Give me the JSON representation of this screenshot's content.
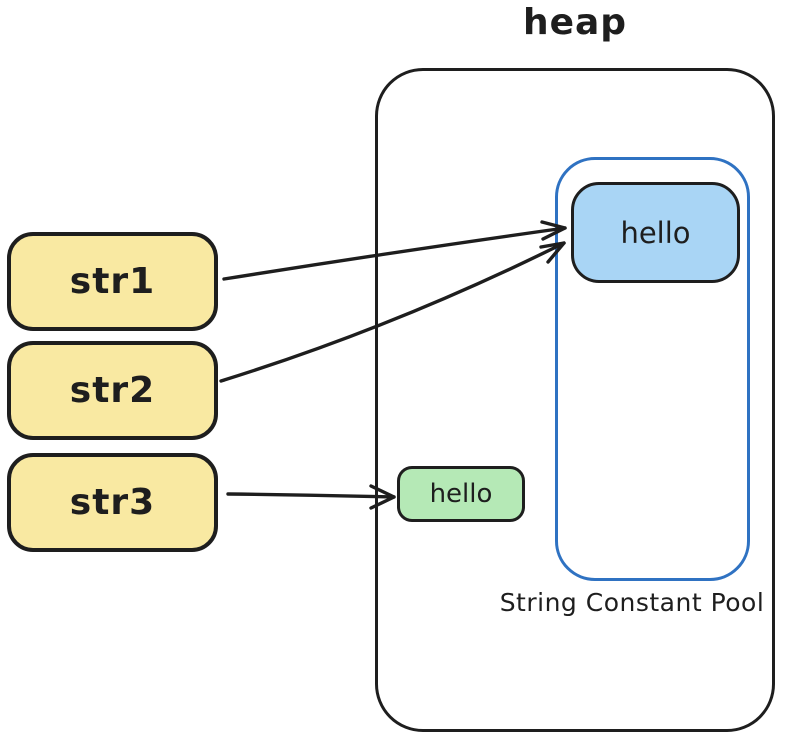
{
  "title": "heap",
  "colors": {
    "ink": "#1e1e1e",
    "var_fill": "#f9e9a2",
    "pool_string_fill": "#a9d5f5",
    "heap_string_fill": "#b5e9b6",
    "pool_stroke": "#2f72c2"
  },
  "stack_vars": [
    {
      "id": "str1",
      "label": "str1"
    },
    {
      "id": "str2",
      "label": "str2"
    },
    {
      "id": "str3",
      "label": "str3"
    }
  ],
  "heap": {
    "pool_label": "String Constant Pool",
    "pool_string": {
      "label": "hello"
    },
    "heap_string": {
      "label": "hello"
    }
  },
  "edges": [
    {
      "from": "str1",
      "to": "pool-hello-node"
    },
    {
      "from": "str2",
      "to": "pool-hello-node"
    },
    {
      "from": "str3",
      "to": "heap-hello-node"
    }
  ]
}
